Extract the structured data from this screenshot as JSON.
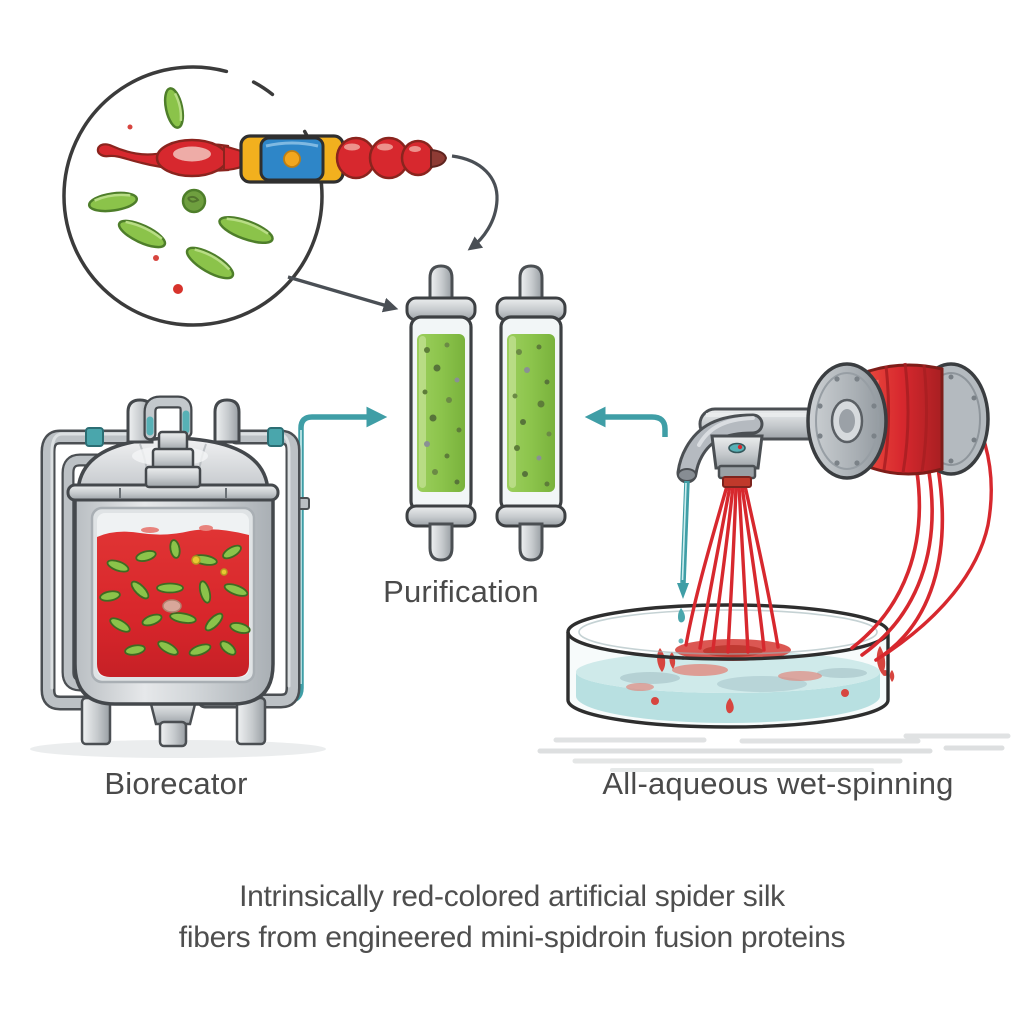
{
  "figure": {
    "type": "scientific-process-diagram",
    "topic": "Production of intrinsically red-colored artificial spider silk"
  },
  "labels": {
    "bioreactor": "Biorecator",
    "purification": "Purification",
    "wet_spinning": "All-aqueous wet-spinning"
  },
  "caption": {
    "line1": "Intrinsically red-colored artificial spider silk",
    "line2": "fibers from engineered mini-spidroin fusion proteins"
  },
  "components": [
    {
      "name": "magnified-inset",
      "desc": "circular zoom with green rod bacteria and red mini-spidroin fusion construct"
    },
    {
      "name": "spidroin-construct",
      "desc": "red tail and beads with yellow-blue-yellow domain cassette and orange dot"
    },
    {
      "name": "bioreactor-tank",
      "desc": "steel tank with red culture broth full of green bacteria"
    },
    {
      "name": "purification-columns",
      "desc": "two columns filled with green lysate/resin"
    },
    {
      "name": "spinneret-nozzle",
      "desc": "gray nozzle extruding red dope and dripping aqueous buffer"
    },
    {
      "name": "coagulation-bath",
      "desc": "glass dish with pale aqueous bath, red fiber streaks"
    },
    {
      "name": "fiber-spool",
      "desc": "take-up spool wound with red silk fiber"
    }
  ],
  "colors": {
    "fiber_red": "#d7282e",
    "bacteria_green": "#8bc34a",
    "flow_teal": "#3f9ea6",
    "bath_liquid": "#b8e0e1",
    "metal_gray": "#c6cacd",
    "cassette_yellow": "#f2b01e",
    "cassette_blue": "#2e86c8",
    "outline_dark": "#4a4f55",
    "label_text": "#4a4a4a"
  }
}
